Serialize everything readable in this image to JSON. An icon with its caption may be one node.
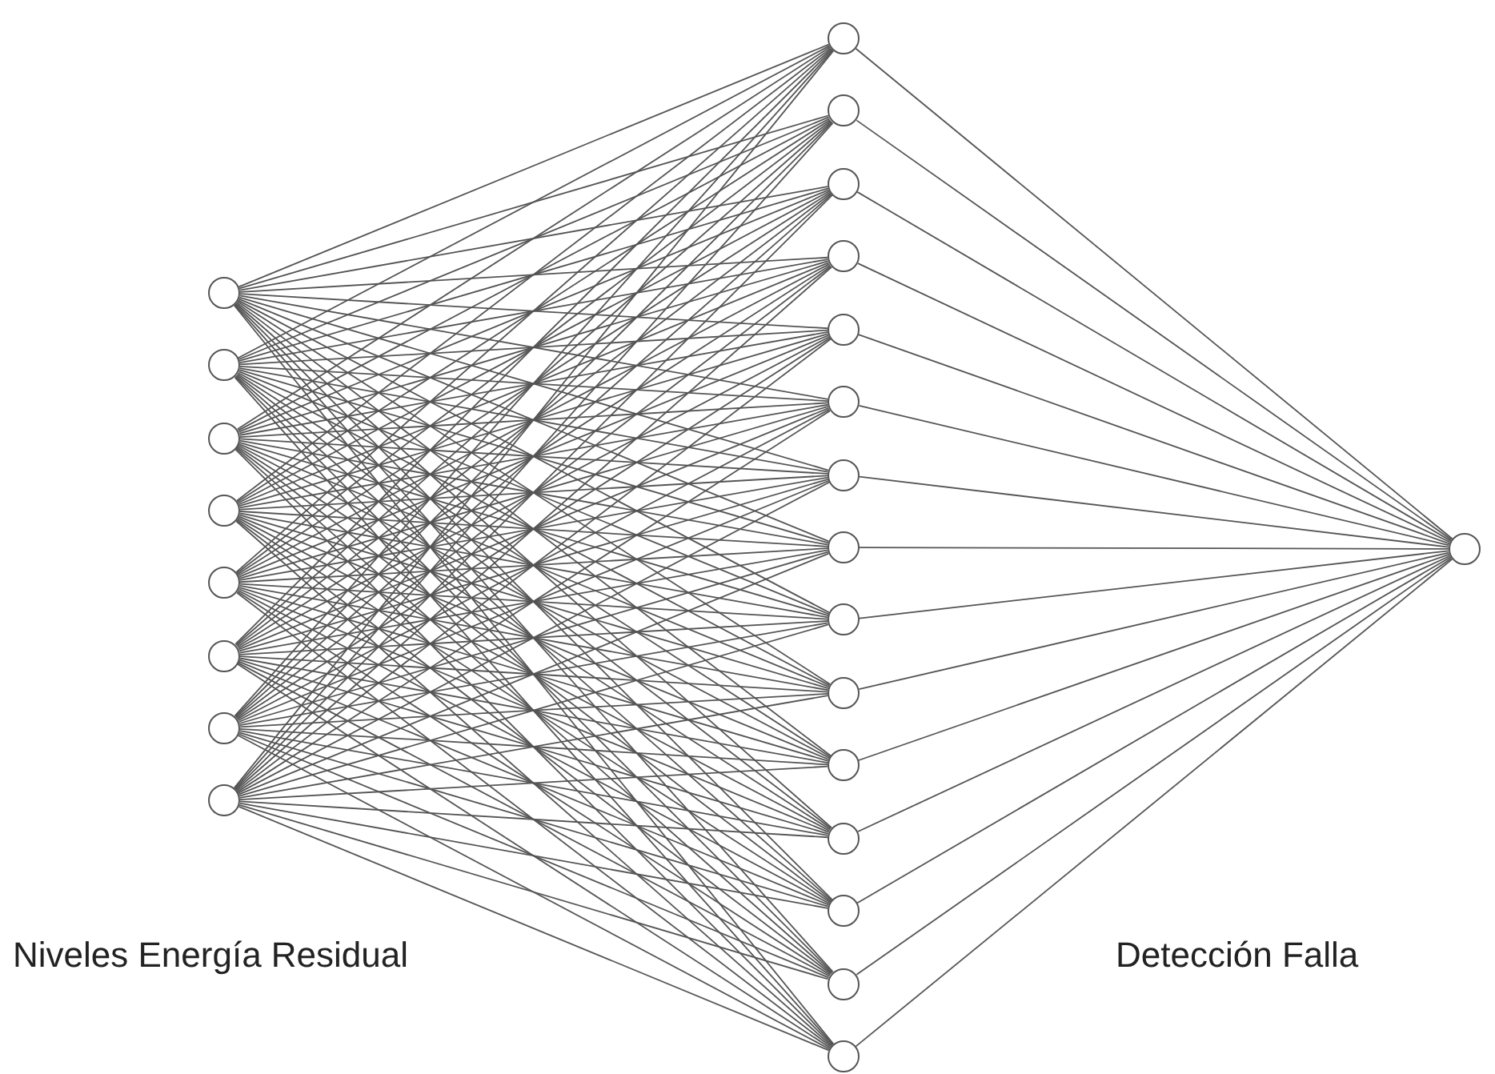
{
  "diagram": {
    "nodes": [
      {
        "text": [],
        "shape": "circle"
      },
      {
        "text": [],
        "shape": "circle"
      },
      {
        "text": [],
        "shape": "circle"
      },
      {
        "text": [],
        "shape": "circle"
      },
      {
        "text": [],
        "shape": "circle"
      },
      {
        "text": [],
        "shape": "circle"
      },
      {
        "text": [],
        "shape": "circle"
      },
      {
        "text": [],
        "shape": "circle"
      },
      {
        "text": [],
        "shape": "circle"
      },
      {
        "text": [],
        "shape": "circle"
      },
      {
        "text": [],
        "shape": "circle"
      },
      {
        "text": [],
        "shape": "circle"
      },
      {
        "text": [],
        "shape": "circle"
      },
      {
        "text": [],
        "shape": "circle"
      },
      {
        "text": [],
        "shape": "circle"
      },
      {
        "text": [],
        "shape": "circle"
      },
      {
        "text": [],
        "shape": "circle"
      },
      {
        "text": [],
        "shape": "circle"
      },
      {
        "text": [],
        "shape": "circle"
      },
      {
        "text": [],
        "shape": "circle"
      },
      {
        "text": [],
        "shape": "circle"
      },
      {
        "text": [],
        "shape": "circle"
      },
      {
        "text": [],
        "shape": "circle"
      },
      {
        "text": [],
        "shape": "circle"
      }
    ],
    "edges": [
      {
        "from": 0,
        "to": 8,
        "arrow": "none"
      },
      {
        "from": 0,
        "to": 9,
        "arrow": "none"
      },
      {
        "from": 0,
        "to": 10,
        "arrow": "none"
      },
      {
        "from": 0,
        "to": 11,
        "arrow": "none"
      },
      {
        "from": 0,
        "to": 12,
        "arrow": "none"
      },
      {
        "from": 0,
        "to": 13,
        "arrow": "none"
      },
      {
        "from": 0,
        "to": 14,
        "arrow": "none"
      },
      {
        "from": 0,
        "to": 15,
        "arrow": "none"
      },
      {
        "from": 0,
        "to": 16,
        "arrow": "none"
      },
      {
        "from": 0,
        "to": 17,
        "arrow": "none"
      },
      {
        "from": 0,
        "to": 18,
        "arrow": "none"
      },
      {
        "from": 0,
        "to": 19,
        "arrow": "none"
      },
      {
        "from": 0,
        "to": 20,
        "arrow": "none"
      },
      {
        "from": 0,
        "to": 21,
        "arrow": "none"
      },
      {
        "from": 0,
        "to": 22,
        "arrow": "none"
      },
      {
        "from": 1,
        "to": 8,
        "arrow": "none"
      },
      {
        "from": 1,
        "to": 9,
        "arrow": "none"
      },
      {
        "from": 1,
        "to": 10,
        "arrow": "none"
      },
      {
        "from": 1,
        "to": 11,
        "arrow": "none"
      },
      {
        "from": 1,
        "to": 12,
        "arrow": "none"
      },
      {
        "from": 1,
        "to": 13,
        "arrow": "none"
      },
      {
        "from": 1,
        "to": 14,
        "arrow": "none"
      },
      {
        "from": 1,
        "to": 15,
        "arrow": "none"
      },
      {
        "from": 1,
        "to": 16,
        "arrow": "none"
      },
      {
        "from": 1,
        "to": 17,
        "arrow": "none"
      },
      {
        "from": 1,
        "to": 18,
        "arrow": "none"
      },
      {
        "from": 1,
        "to": 19,
        "arrow": "none"
      },
      {
        "from": 1,
        "to": 20,
        "arrow": "none"
      },
      {
        "from": 1,
        "to": 21,
        "arrow": "none"
      },
      {
        "from": 1,
        "to": 22,
        "arrow": "none"
      },
      {
        "from": 2,
        "to": 8,
        "arrow": "none"
      },
      {
        "from": 2,
        "to": 9,
        "arrow": "none"
      },
      {
        "from": 2,
        "to": 10,
        "arrow": "none"
      },
      {
        "from": 2,
        "to": 11,
        "arrow": "none"
      },
      {
        "from": 2,
        "to": 12,
        "arrow": "none"
      },
      {
        "from": 2,
        "to": 13,
        "arrow": "none"
      },
      {
        "from": 2,
        "to": 14,
        "arrow": "none"
      },
      {
        "from": 2,
        "to": 15,
        "arrow": "none"
      },
      {
        "from": 2,
        "to": 16,
        "arrow": "none"
      },
      {
        "from": 2,
        "to": 17,
        "arrow": "none"
      },
      {
        "from": 2,
        "to": 18,
        "arrow": "none"
      },
      {
        "from": 2,
        "to": 19,
        "arrow": "none"
      },
      {
        "from": 2,
        "to": 20,
        "arrow": "none"
      },
      {
        "from": 2,
        "to": 21,
        "arrow": "none"
      },
      {
        "from": 2,
        "to": 22,
        "arrow": "none"
      },
      {
        "from": 3,
        "to": 8,
        "arrow": "none"
      },
      {
        "from": 3,
        "to": 9,
        "arrow": "none"
      },
      {
        "from": 3,
        "to": 10,
        "arrow": "none"
      },
      {
        "from": 3,
        "to": 11,
        "arrow": "none"
      },
      {
        "from": 3,
        "to": 12,
        "arrow": "none"
      },
      {
        "from": 3,
        "to": 13,
        "arrow": "none"
      },
      {
        "from": 3,
        "to": 14,
        "arrow": "none"
      },
      {
        "from": 3,
        "to": 15,
        "arrow": "none"
      },
      {
        "from": 3,
        "to": 16,
        "arrow": "none"
      },
      {
        "from": 3,
        "to": 17,
        "arrow": "none"
      },
      {
        "from": 3,
        "to": 18,
        "arrow": "none"
      },
      {
        "from": 3,
        "to": 19,
        "arrow": "none"
      },
      {
        "from": 3,
        "to": 20,
        "arrow": "none"
      },
      {
        "from": 3,
        "to": 21,
        "arrow": "none"
      },
      {
        "from": 3,
        "to": 22,
        "arrow": "none"
      },
      {
        "from": 4,
        "to": 8,
        "arrow": "none"
      },
      {
        "from": 4,
        "to": 9,
        "arrow": "none"
      },
      {
        "from": 4,
        "to": 10,
        "arrow": "none"
      },
      {
        "from": 4,
        "to": 11,
        "arrow": "none"
      },
      {
        "from": 4,
        "to": 12,
        "arrow": "none"
      },
      {
        "from": 4,
        "to": 13,
        "arrow": "none"
      },
      {
        "from": 4,
        "to": 14,
        "arrow": "none"
      },
      {
        "from": 4,
        "to": 15,
        "arrow": "none"
      },
      {
        "from": 4,
        "to": 16,
        "arrow": "none"
      },
      {
        "from": 4,
        "to": 17,
        "arrow": "none"
      },
      {
        "from": 4,
        "to": 18,
        "arrow": "none"
      },
      {
        "from": 4,
        "to": 19,
        "arrow": "none"
      },
      {
        "from": 4,
        "to": 20,
        "arrow": "none"
      },
      {
        "from": 4,
        "to": 21,
        "arrow": "none"
      },
      {
        "from": 4,
        "to": 22,
        "arrow": "none"
      },
      {
        "from": 5,
        "to": 8,
        "arrow": "none"
      },
      {
        "from": 5,
        "to": 9,
        "arrow": "none"
      },
      {
        "from": 5,
        "to": 10,
        "arrow": "none"
      },
      {
        "from": 5,
        "to": 11,
        "arrow": "none"
      },
      {
        "from": 5,
        "to": 12,
        "arrow": "none"
      },
      {
        "from": 5,
        "to": 13,
        "arrow": "none"
      },
      {
        "from": 5,
        "to": 14,
        "arrow": "none"
      },
      {
        "from": 5,
        "to": 15,
        "arrow": "none"
      },
      {
        "from": 5,
        "to": 16,
        "arrow": "none"
      },
      {
        "from": 5,
        "to": 17,
        "arrow": "none"
      },
      {
        "from": 5,
        "to": 18,
        "arrow": "none"
      },
      {
        "from": 5,
        "to": 19,
        "arrow": "none"
      },
      {
        "from": 5,
        "to": 20,
        "arrow": "none"
      },
      {
        "from": 5,
        "to": 21,
        "arrow": "none"
      },
      {
        "from": 5,
        "to": 22,
        "arrow": "none"
      },
      {
        "from": 6,
        "to": 8,
        "arrow": "none"
      },
      {
        "from": 6,
        "to": 9,
        "arrow": "none"
      },
      {
        "from": 6,
        "to": 10,
        "arrow": "none"
      },
      {
        "from": 6,
        "to": 11,
        "arrow": "none"
      },
      {
        "from": 6,
        "to": 12,
        "arrow": "none"
      },
      {
        "from": 6,
        "to": 13,
        "arrow": "none"
      },
      {
        "from": 6,
        "to": 14,
        "arrow": "none"
      },
      {
        "from": 6,
        "to": 15,
        "arrow": "none"
      },
      {
        "from": 6,
        "to": 16,
        "arrow": "none"
      },
      {
        "from": 6,
        "to": 17,
        "arrow": "none"
      },
      {
        "from": 6,
        "to": 18,
        "arrow": "none"
      },
      {
        "from": 6,
        "to": 19,
        "arrow": "none"
      },
      {
        "from": 6,
        "to": 20,
        "arrow": "none"
      },
      {
        "from": 6,
        "to": 21,
        "arrow": "none"
      },
      {
        "from": 6,
        "to": 22,
        "arrow": "none"
      },
      {
        "from": 7,
        "to": 8,
        "arrow": "none"
      },
      {
        "from": 7,
        "to": 9,
        "arrow": "none"
      },
      {
        "from": 7,
        "to": 10,
        "arrow": "none"
      },
      {
        "from": 7,
        "to": 11,
        "arrow": "none"
      },
      {
        "from": 7,
        "to": 12,
        "arrow": "none"
      },
      {
        "from": 7,
        "to": 13,
        "arrow": "none"
      },
      {
        "from": 7,
        "to": 14,
        "arrow": "none"
      },
      {
        "from": 7,
        "to": 15,
        "arrow": "none"
      },
      {
        "from": 7,
        "to": 16,
        "arrow": "none"
      },
      {
        "from": 7,
        "to": 17,
        "arrow": "none"
      },
      {
        "from": 7,
        "to": 18,
        "arrow": "none"
      },
      {
        "from": 7,
        "to": 19,
        "arrow": "none"
      },
      {
        "from": 7,
        "to": 20,
        "arrow": "none"
      },
      {
        "from": 7,
        "to": 21,
        "arrow": "none"
      },
      {
        "from": 7,
        "to": 22,
        "arrow": "none"
      },
      {
        "from": 8,
        "to": 23,
        "arrow": "none"
      },
      {
        "from": 9,
        "to": 23,
        "arrow": "none"
      },
      {
        "from": 10,
        "to": 23,
        "arrow": "none"
      },
      {
        "from": 11,
        "to": 23,
        "arrow": "none"
      },
      {
        "from": 12,
        "to": 23,
        "arrow": "none"
      },
      {
        "from": 13,
        "to": 23,
        "arrow": "none"
      },
      {
        "from": 14,
        "to": 23,
        "arrow": "none"
      },
      {
        "from": 15,
        "to": 23,
        "arrow": "none"
      },
      {
        "from": 16,
        "to": 23,
        "arrow": "none"
      },
      {
        "from": 17,
        "to": 23,
        "arrow": "none"
      },
      {
        "from": 18,
        "to": 23,
        "arrow": "none"
      },
      {
        "from": 19,
        "to": 23,
        "arrow": "none"
      },
      {
        "from": 20,
        "to": 23,
        "arrow": "none"
      },
      {
        "from": 21,
        "to": 23,
        "arrow": "none"
      },
      {
        "from": 22,
        "to": 23,
        "arrow": "none"
      }
    ],
    "labels": [
      "Niveles Energía Residual",
      "Detección Falla"
    ]
  }
}
